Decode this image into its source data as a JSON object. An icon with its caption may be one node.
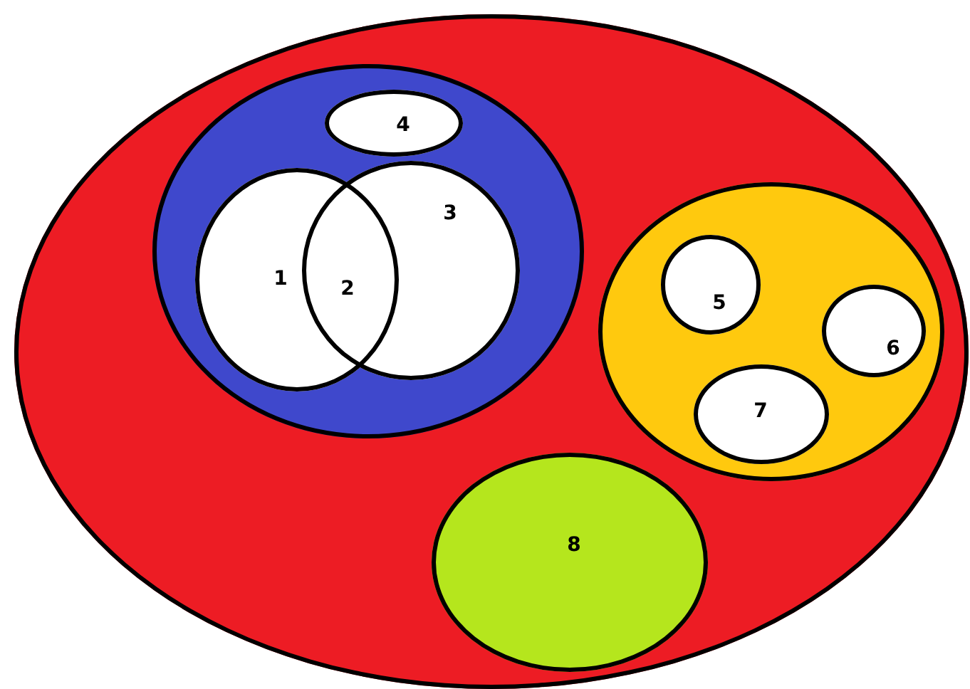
{
  "diagram": {
    "nodes": [
      {
        "text": [],
        "shape": "ellipse"
      },
      {
        "text": [],
        "shape": "ellipse",
        "in": 0
      },
      {
        "text": [
          "4"
        ],
        "in": 1
      },
      {
        "text": [
          "1"
        ],
        "in": 1
      },
      {
        "text": [
          "3"
        ],
        "in": 1
      },
      {
        "text": [],
        "shape": "ellipse",
        "in": 0
      },
      {
        "text": [
          "5"
        ],
        "in": 5
      },
      {
        "text": [
          "6"
        ],
        "in": 5
      },
      {
        "text": [
          "7"
        ],
        "in": 5
      },
      {
        "text": [
          "8"
        ],
        "in": 0
      }
    ],
    "labels": [
      "2"
    ]
  }
}
